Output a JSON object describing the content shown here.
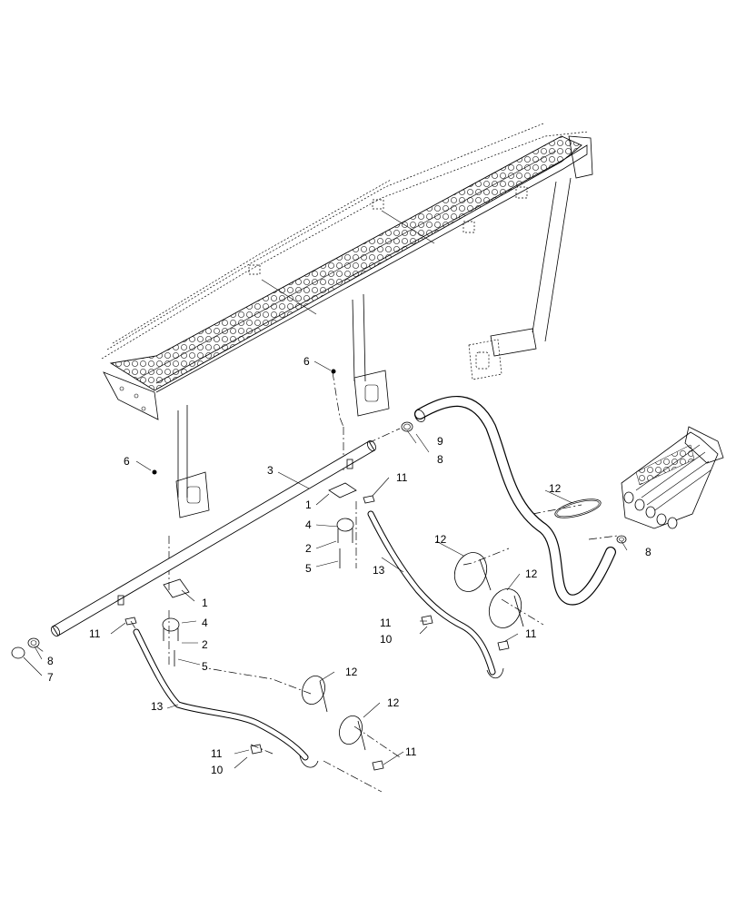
{
  "figure_id": "",
  "callouts": {
    "c1a": "1",
    "c1b": "1",
    "c2a": "2",
    "c2b": "2",
    "c3": "3",
    "c4a": "4",
    "c4b": "4",
    "c5a": "5",
    "c5b": "5",
    "c6a": "6",
    "c6b": "6",
    "c7": "7",
    "c8a": "8",
    "c8b": "8",
    "c8c": "8",
    "c9": "9",
    "c10a": "10",
    "c10b": "10",
    "c11a": "11",
    "c11b": "11",
    "c11c": "11",
    "c11d": "11",
    "c11e": "11",
    "c11f": "11",
    "c12a": "12",
    "c12b": "12",
    "c12c": "12",
    "c12d": "12",
    "c12e": "12",
    "c13a": "13",
    "c13b": "13"
  },
  "colors": {
    "line": "#000000",
    "background": "#ffffff"
  }
}
